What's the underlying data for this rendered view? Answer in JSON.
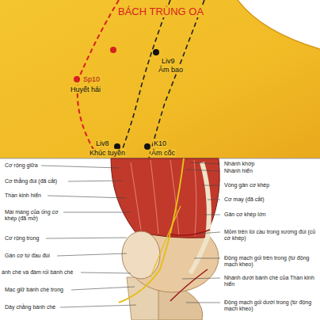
{
  "diagram": {
    "labels": [
      "BÁCH TRÙNG OA",
      "Liv9",
      "Âm bao",
      "Sp10",
      "Huyết hải",
      "Liv8",
      "Khúc tuyền",
      "K10",
      "Âm cốc",
      "Cơ rộng giữa",
      "Cơ thẳng đùi (đã cắt)",
      "Thần kinh hiển",
      "Mái màng của ống cơ khép (đã mở)",
      "Cơ rộng trong",
      "Gân cơ tứ đầu đùi",
      "ánh chè và đám rối bánh chè",
      "Mạc giữ bánh chè trong",
      "Dây chằng bánh chè",
      "Nhánh khớp",
      "Nhánh hiển",
      "Vòng gân cơ khép",
      "Cơ may (đã cắt)",
      "Gân cơ khép lớn",
      "Mỏm trên lồi cầu trong xương đùi (củ cơ khép)",
      "Động mạch gối trên trong (từ động mạch kheo)",
      "Nhánh dưới bánh chè của Thần kinh hiển",
      "Động mạch gối dưới trong (từ động mạch kheo)"
    ]
  }
}
